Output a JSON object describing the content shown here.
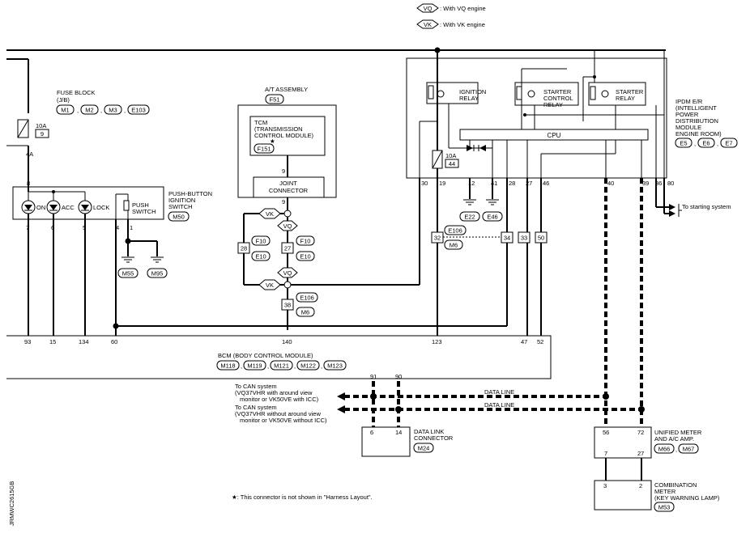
{
  "legend": {
    "vq_tag": "VQ",
    "vq_text": ": With VQ engine",
    "vk_tag": "VK",
    "vk_text": ": With VK engine"
  },
  "fuse_block": {
    "title": "FUSE BLOCK",
    "sub": "(J/B)",
    "connectors": [
      "M1",
      "M2",
      "M3",
      "E103"
    ],
    "fuse_rating": "10A",
    "fuse_no": "9",
    "pin_out": "4A"
  },
  "push_switch": {
    "title_lines": [
      "PUSH-BUTTON",
      "IGNITION",
      "SWITCH"
    ],
    "connector": "M50",
    "top_pin": "8",
    "leds": [
      "ON",
      "ACC",
      "LOCK"
    ],
    "switch_label_lines": [
      "PUSH",
      "SWITCH"
    ],
    "pins": [
      "7",
      "6",
      "5",
      "4",
      "1"
    ],
    "grounds": [
      "M55",
      "M95"
    ]
  },
  "at_assembly": {
    "title": "A/T ASSEMBLY",
    "connector": "F51",
    "tcm_lines": [
      "TCM",
      "(TRANSMISSION",
      "CONTROL MODULE)"
    ],
    "star": "★",
    "tcm_connector": "F151",
    "pin_9a": "9",
    "joint_lines": [
      "JOINT",
      "CONNECTOR"
    ],
    "pin_9b": "9"
  },
  "harness": {
    "vk": "VK",
    "vq": "VQ",
    "pin_28": "28",
    "pin_27": "27",
    "f10": "F10",
    "e10": "E10",
    "pin_38": "38",
    "e106": "E106",
    "m6": "M6"
  },
  "ipdm": {
    "title_lines": [
      "IPDM E/R",
      "(INTELLIGENT",
      "POWER",
      "DISTRIBUTION",
      "MODULE",
      "ENGINE ROOM)"
    ],
    "connectors": [
      "E5",
      "E6",
      "E7"
    ],
    "relay1_lines": [
      "IGNITION",
      "RELAY"
    ],
    "relay2_lines": [
      "STARTER",
      "CONTROL",
      "RELAY"
    ],
    "relay3_lines": [
      "STARTER",
      "RELAY"
    ],
    "cpu": "CPU",
    "fuse_rating": "10A",
    "fuse_no": "44",
    "pins": [
      "30",
      "19",
      "12",
      "41",
      "28",
      "27",
      "46",
      "40",
      "39",
      "36",
      "80"
    ],
    "grounds": [
      "E22",
      "E46"
    ],
    "starting_system": "To starting system"
  },
  "inline": {
    "e106": "E106",
    "m6": "M6",
    "pins": [
      "32",
      "34",
      "33",
      "50"
    ]
  },
  "bcm": {
    "title": "BCM (BODY CONTROL MODULE)",
    "connectors": [
      "M118",
      "M119",
      "M121",
      "M122",
      "M123"
    ],
    "pins": [
      "93",
      "15",
      "134",
      "60",
      "140",
      "123",
      "47",
      "52"
    ]
  },
  "can": {
    "pin_91": "91",
    "pin_90": "90",
    "data_line_1": "DATA LINE",
    "data_line_2": "DATA LINE",
    "label1_lines": [
      "To CAN system",
      "(VQ37VHR with around view",
      "monitor or VK50VE with ICC)"
    ],
    "label2_lines": [
      "To CAN system",
      "(VQ37VHR without around view",
      "monitor or VK50VE without ICC)"
    ]
  },
  "data_link": {
    "title_lines": [
      "DATA LINK",
      "CONNECTOR"
    ],
    "connector": "M24",
    "pins": [
      "6",
      "14"
    ]
  },
  "unified_meter": {
    "title_lines": [
      "UNIFIED METER",
      "AND A/C AMP."
    ],
    "connectors": [
      "M66",
      "M67"
    ],
    "pins_top": [
      "56",
      "72"
    ],
    "pins_bottom": [
      "7",
      "27"
    ]
  },
  "combination_meter": {
    "title_lines": [
      "COMBINATION",
      "METER",
      "(KEY WARNING LAMP)"
    ],
    "connector": "M53",
    "pins": [
      "3",
      "2"
    ]
  },
  "footnote": "★: This connector is not shown in \"Harness Layout\".",
  "diagram_code": "JRMWC2615GB"
}
